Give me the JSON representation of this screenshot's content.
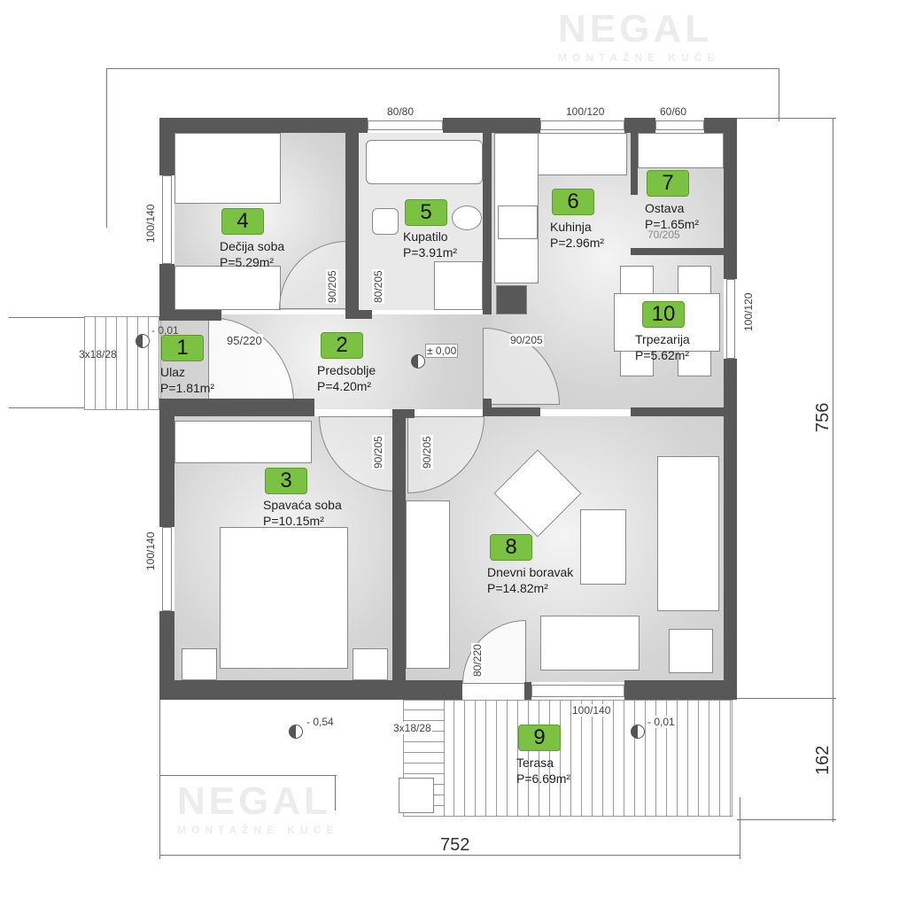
{
  "watermark": {
    "brand": "NEGAL",
    "subtitle": "MONTAŽNE KUĆE"
  },
  "rooms": [
    {
      "num": "1",
      "name": "Ulaz",
      "area": "P=1.81m²"
    },
    {
      "num": "2",
      "name": "Predsoblje",
      "area": "P=4.20m²"
    },
    {
      "num": "3",
      "name": "Spavaća soba",
      "area": "P=10.15m²"
    },
    {
      "num": "4",
      "name": "Dečija soba",
      "area": "P=5.29m²"
    },
    {
      "num": "5",
      "name": "Kupatilo",
      "area": "P=3.91m²"
    },
    {
      "num": "6",
      "name": "Kuhinja",
      "area": "P=2.96m²"
    },
    {
      "num": "7",
      "name": "Ostava",
      "area": "P=1.65m²"
    },
    {
      "num": "8",
      "name": "Dnevni boravak",
      "area": "P=14.82m²"
    },
    {
      "num": "9",
      "name": "Terasa",
      "area": "P=6.69m²"
    },
    {
      "num": "10",
      "name": "Trpezarija",
      "area": "P=5.62m²"
    }
  ],
  "openings": {
    "win_bath": "80/80",
    "win_kitchen": "100/120",
    "win_pantry": "60/60",
    "win_dining": "100/120",
    "win_kids": "100/140",
    "win_bedroom": "100/140",
    "win_living": "100/140",
    "door_entry": "95/220",
    "door_kids": "90/205",
    "door_bath": "80/205",
    "door_kitchen": "90/205",
    "door_pantry": "70/205",
    "door_bedroom": "90/205",
    "door_living": "90/205",
    "door_terrace": "80/220"
  },
  "levels": {
    "hall": "± 0,00",
    "entry": "- 0,01",
    "garden": "- 0,54",
    "terrace": "- 0,01"
  },
  "stairs": {
    "entry": "3x18/28",
    "terrace": "3x18/28"
  },
  "dimensions": {
    "width": "752",
    "depth": "756",
    "terrace": "162"
  }
}
